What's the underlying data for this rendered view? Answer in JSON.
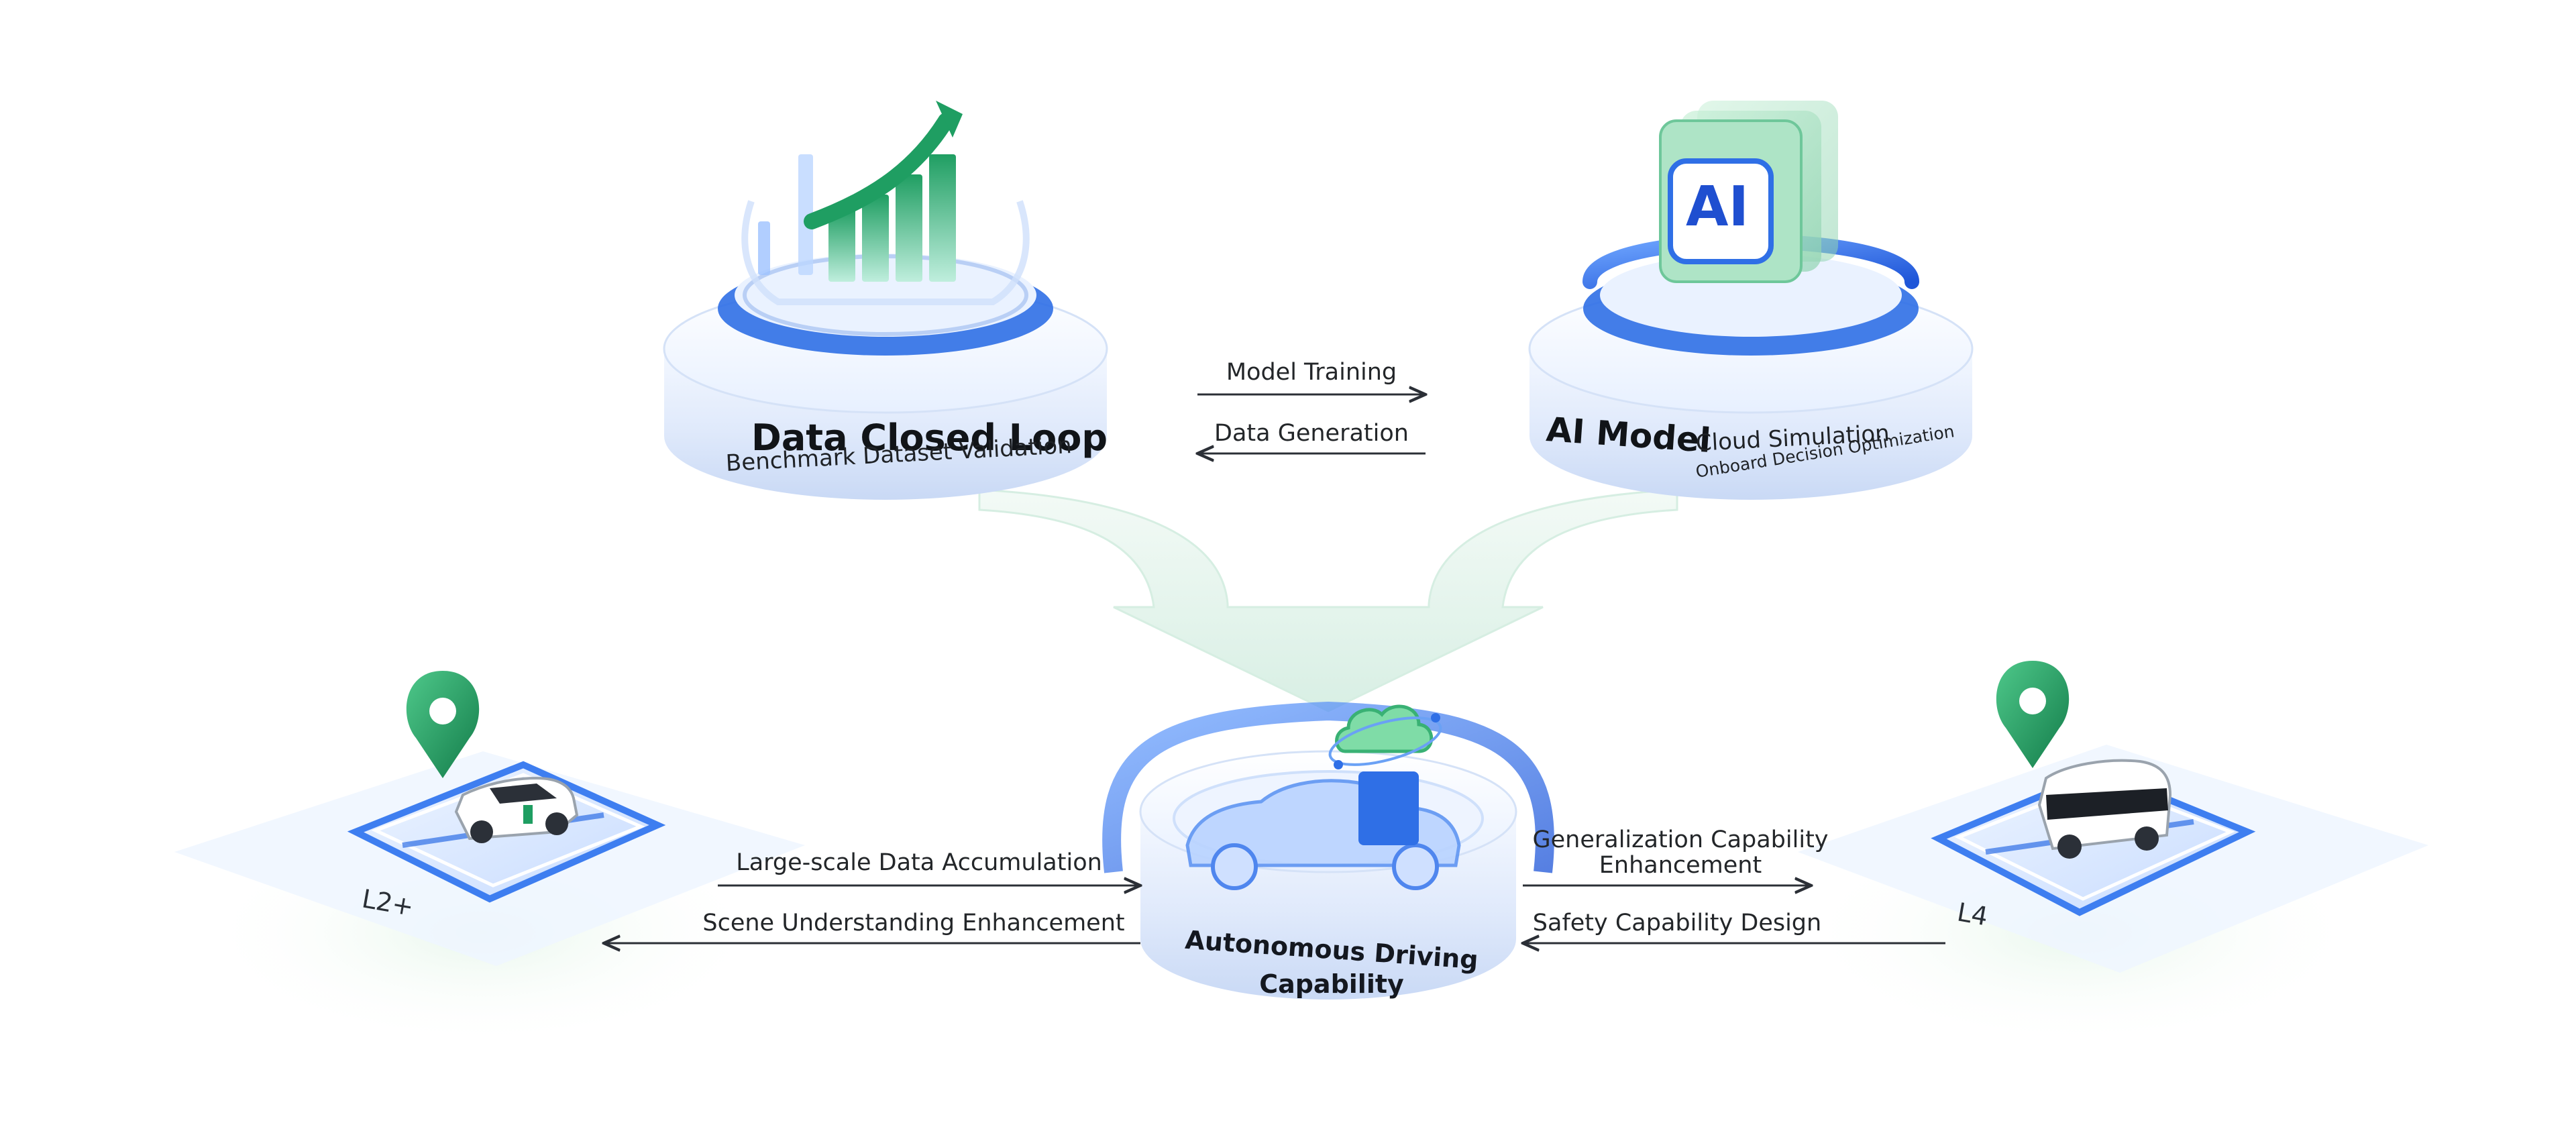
{
  "nodes": {
    "data_loop": {
      "title": "Data Closed Loop",
      "subtitle": "Benchmark Dataset Validation"
    },
    "ai_model": {
      "title": "AI Model",
      "line1": "Cloud Simulation",
      "line2": "Onboard Decision Optimization",
      "badge": "AI"
    },
    "center": {
      "line1": "Autonomous Driving",
      "line2": "Capability"
    },
    "l2": {
      "label": "L2+"
    },
    "l4": {
      "label": "L4"
    }
  },
  "flows": {
    "model_training": "Model Training",
    "data_generation": "Data Generation",
    "large_scale": "Large-scale Data Accumulation",
    "scene_understanding": "Scene Understanding Enhancement",
    "generalization_1": "Generalization Capability",
    "generalization_2": "Enhancement",
    "safety": "Safety Capability Design"
  },
  "colors": {
    "primary_blue": "#2f6fe6",
    "accent_green": "#1f9e62",
    "glass": "#e8f3ff",
    "arrow_line": "#2b2f36"
  },
  "icons": [
    "bar-chart-growth-icon",
    "ai-chip-icon",
    "cloud-icon",
    "map-pin-icon",
    "suv-car-icon",
    "robotaxi-van-icon",
    "sedan-car-icon"
  ]
}
